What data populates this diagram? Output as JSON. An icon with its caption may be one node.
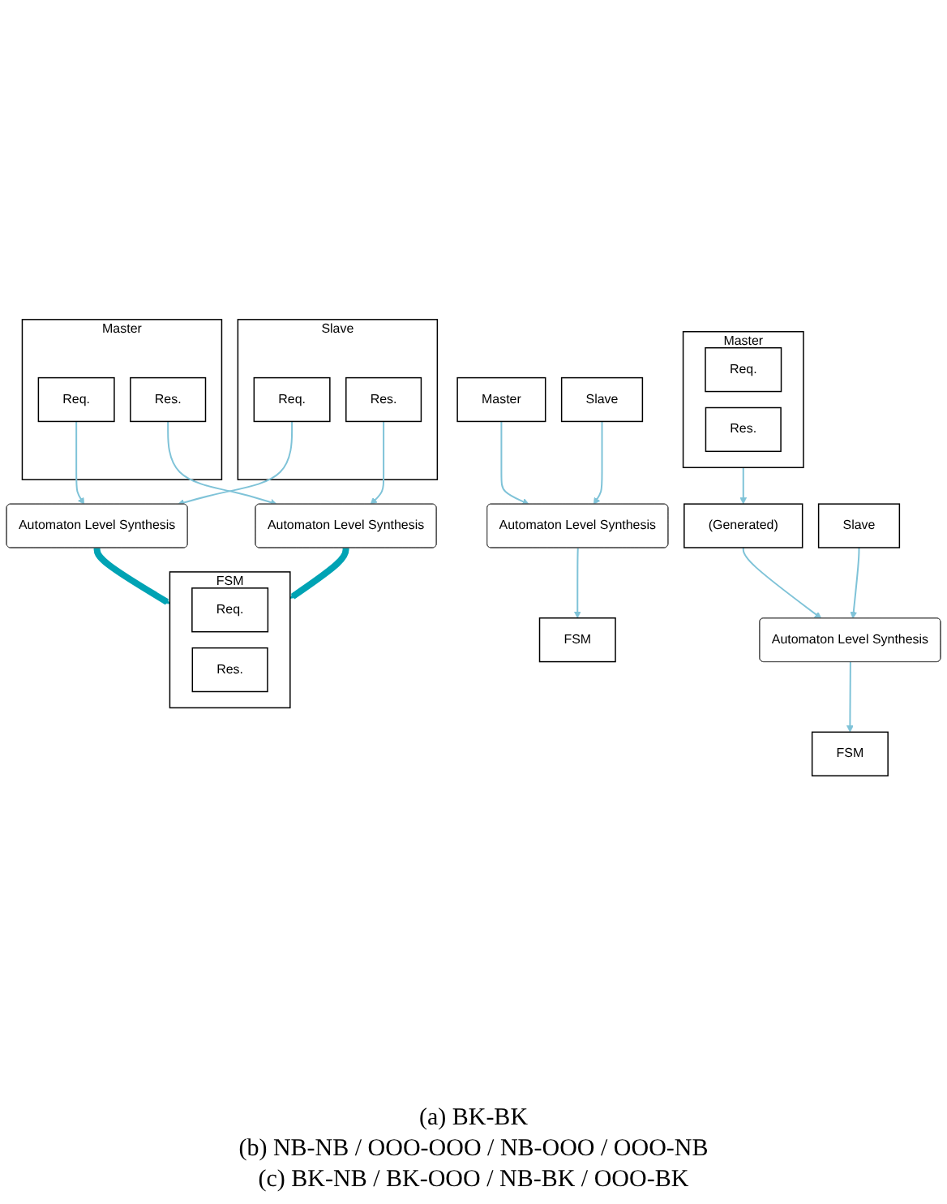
{
  "diagram": {
    "nodes": [
      {
        "text": [
          "Master"
        ]
      },
      {
        "text": [
          "Slave"
        ]
      },
      {
        "text": [
          "Automaton Level Synthesis"
        ]
      },
      {
        "text": [
          "FSM"
        ]
      },
      {
        "text": [
          "Master"
        ]
      },
      {
        "text": [
          "Req."
        ],
        "in": 4
      },
      {
        "text": [
          "Res."
        ],
        "in": 4
      },
      {
        "text": [
          "Slave"
        ]
      },
      {
        "text": [
          "Req."
        ],
        "in": 7
      },
      {
        "text": [
          "Res."
        ],
        "in": 7
      },
      {
        "text": [
          "Automaton Level Synthesis"
        ]
      },
      {
        "text": [
          "Automaton Level Synthesis"
        ]
      },
      {
        "text": [
          "FSM"
        ]
      },
      {
        "text": [
          "Req."
        ],
        "in": 12
      },
      {
        "text": [
          "Res."
        ],
        "in": 12
      },
      {
        "text": [
          "Master"
        ]
      },
      {
        "text": [
          "Req."
        ],
        "in": 15
      },
      {
        "text": [
          "Res."
        ],
        "in": 15
      },
      {
        "text": [
          "(Generated)"
        ]
      },
      {
        "text": [
          "Slave"
        ]
      },
      {
        "text": [
          "Automaton Level Synthesis"
        ]
      },
      {
        "text": [
          "FSM"
        ]
      }
    ],
    "edges": [
      {
        "from": 0,
        "to": 2,
        "arrow": "to"
      },
      {
        "from": 1,
        "to": 2,
        "arrow": "to"
      },
      {
        "from": 2,
        "to": 3,
        "arrow": "to"
      },
      {
        "from": 5,
        "to": 10,
        "arrow": "to"
      },
      {
        "from": 6,
        "to": 11,
        "arrow": "to"
      },
      {
        "from": 8,
        "to": 10,
        "arrow": "to"
      },
      {
        "from": 9,
        "to": 11,
        "arrow": "to"
      },
      {
        "from": 10,
        "to": 12,
        "arrow": "to",
        "style": "thick",
        "color": "#00a3b4"
      },
      {
        "from": 11,
        "to": 12,
        "arrow": "to",
        "style": "thick",
        "color": "#00a3b4"
      },
      {
        "from": 15,
        "to": 18,
        "arrow": "to"
      },
      {
        "from": 18,
        "to": 20,
        "arrow": "to"
      },
      {
        "from": 19,
        "to": 20,
        "arrow": "to"
      },
      {
        "from": 20,
        "to": 21,
        "arrow": "to"
      }
    ],
    "labels": [
      "(a) BK-BK",
      "(b) NB-NB / OOO-OOO / NB-OOO / OOO-NB",
      "(c) BK-NB / BK-OOO / NB-BK / OOO-BK"
    ]
  }
}
